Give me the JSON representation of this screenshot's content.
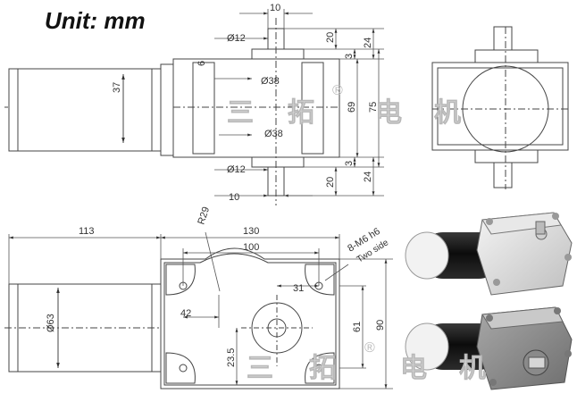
{
  "title": "Unit:  mm",
  "watermark": {
    "text": [
      "三",
      "拓",
      "电",
      "机"
    ],
    "registered": "®"
  },
  "side_view": {
    "dims": {
      "shaft_width": "10",
      "shaft_dia_top": "Ø12",
      "shaft_len_top": "20",
      "shaft_len_top_3": "3",
      "shaft_len_top_24": "24",
      "motor_height": "37",
      "boss_dia_top": "Ø38",
      "height_69": "69",
      "height_75": "75",
      "boss_dia_bottom": "Ø38",
      "shaft_dia_bottom": "Ø12",
      "shaft_len_bottom": "20",
      "shaft_len_bottom_3": "3",
      "shaft_len_bottom_24": "24",
      "shaft_width_bottom": "10",
      "small_6": "6"
    }
  },
  "plan_view": {
    "dims": {
      "overall_113": "113",
      "length_130": "130",
      "length_100": "100",
      "radius": "R29",
      "thread": "8-M6 h6",
      "thread_note": "Two side",
      "offset_31": "31",
      "offset_42": "42",
      "motor_dia": "Ø63",
      "height_23_5": "23.5",
      "height_61": "61",
      "height_90": "90"
    }
  }
}
